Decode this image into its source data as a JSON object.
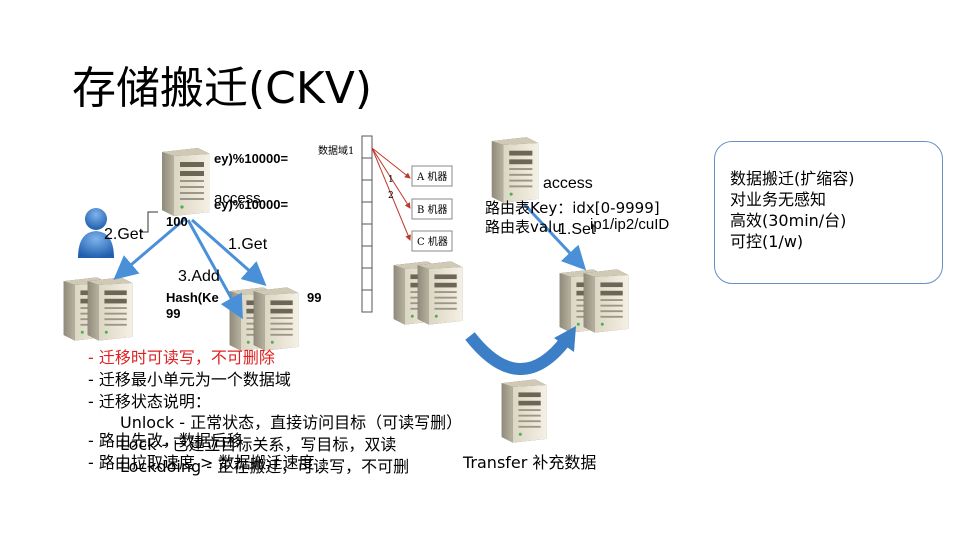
{
  "title": "存储搬迁(CKV)",
  "colors": {
    "arrow_blue": "#5b9bd5",
    "red_text": "#e02020",
    "box_border": "#6a8fc6",
    "line_red": "#c0392b"
  },
  "icons": [
    "server-icon",
    "user-icon",
    "curved-arrow-icon"
  ],
  "left_diagram": {
    "hash_text_1": "ey)%10000=",
    "access_text": "access",
    "hash_text_2": "ey)%10000=",
    "partial_100": "100",
    "get2_label": "2.Get",
    "get1_label": "1.Get",
    "add3_label": "3.Add",
    "hash_text_3": "Hash(Ke",
    "hash_99": "99",
    "hash_99b": "99"
  },
  "data_domain": {
    "label": "数据域1",
    "marker_1": "1",
    "marker_2": "2",
    "machine_a": "A 机器",
    "machine_b": "B 机器",
    "machine_c": "C 机器"
  },
  "right_diagram": {
    "access_text": "access",
    "route_key": "路由表Key：idx[0-9999]",
    "route_value": "路由表valu",
    "route_value_tail": "ip1/ip2/cuID",
    "set_label": "1.Set",
    "transfer_label": "Transfer 补充数据"
  },
  "info_box": {
    "lines": [
      "数据搬迁(扩缩容)",
      "对业务无感知",
      "高效(30min/台)",
      "可控(1/w)"
    ]
  },
  "bullets": [
    {
      "text": "- 迁移时可读写，不可删除",
      "red": true
    },
    {
      "text": "- 迁移最小单元为一个数据域",
      "red": false
    },
    {
      "text": "- 迁移状态说明：",
      "red": false
    }
  ],
  "status_lines": [
    "Unlock - 正常状态，直接访问目标（可读写删）",
    "Lock - 已建立目标关系，写目标，双读",
    "Lockdoing - 正在搬迁，可读写，不可删"
  ],
  "overlap_bullets": [
    "- 路由先改，数据后移",
    "- 路由拉取速度 > 数据搬迁速度"
  ]
}
